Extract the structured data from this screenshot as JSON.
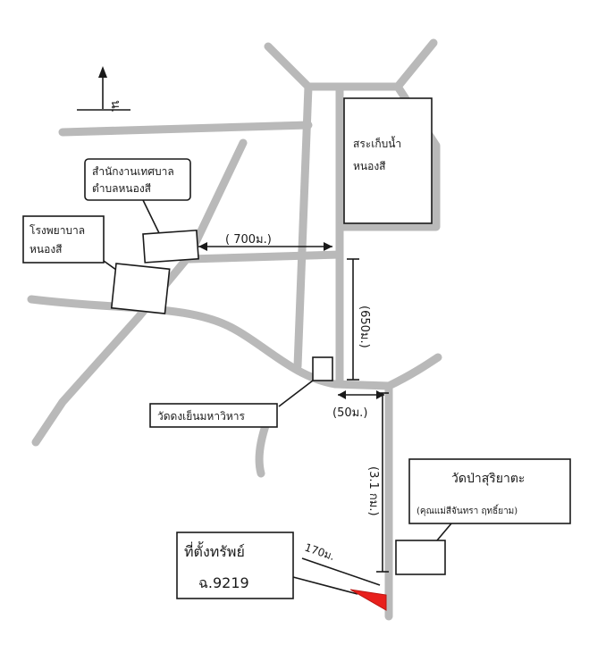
{
  "map": {
    "north_label": "น.",
    "labels": {
      "municipal_office": [
        "สำนักงานเทศบาล",
        "ตำบลหนองสี"
      ],
      "hospital": [
        "โรงพยาบาล",
        "หนองสี"
      ],
      "reservoir": [
        "สระเก็บน้ำ",
        "หนองสี"
      ],
      "temple_yen": "วัดดงเย็นมหาวิหาร",
      "temple_pa": "วัดป่าสุริยาตะ",
      "temple_pa_sub": "(คุณแม่สีจันทรา ฤทธิ์ยาม)",
      "property_title": "ที่ตั้งทรัพย์",
      "property_deed": "ฉ.9219"
    },
    "distances": {
      "d700": "( 700ม.)",
      "d650": "(650ม.)",
      "d50": "(50ม.)",
      "d3_1": "(3.1 กม.)",
      "d170": "170ม."
    },
    "colors": {
      "road": "#b9b9b9",
      "ink": "#1a1a1a",
      "marker": "#e8201c"
    }
  }
}
